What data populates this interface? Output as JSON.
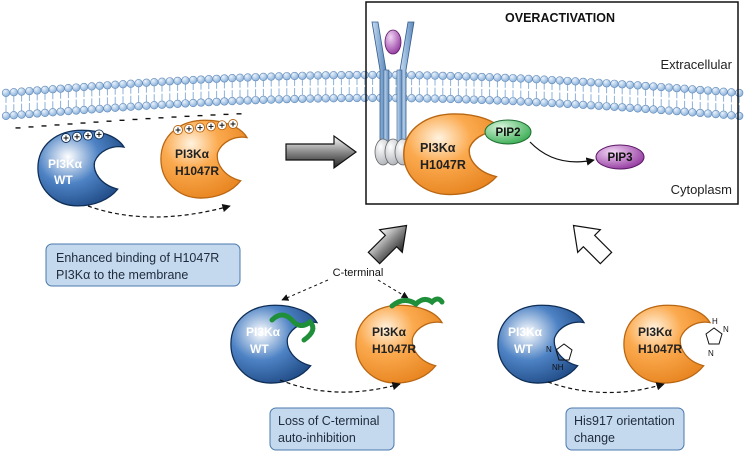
{
  "header": {
    "title": "OVERACTIVATION"
  },
  "regions": {
    "extracellular": "Extracellular",
    "cytoplasm": "Cytoplasm"
  },
  "molecules": {
    "pip2": "PIP2",
    "pip3": "PIP3",
    "c_terminal": "C-terminal"
  },
  "proteins": {
    "name": "PI3Kα",
    "wt": "WT",
    "mutant": "H1047R"
  },
  "captions": {
    "membrane_binding": [
      "Enhanced binding of H1047R",
      "PI3Kα to the membrane"
    ],
    "c_terminal_loss": [
      "Loss of C-terminal",
      "auto-inhibition"
    ],
    "his917": [
      "His917 orientation",
      "change"
    ]
  },
  "imidazole": {
    "n": "N",
    "nh": "NH",
    "h": "H"
  },
  "colors": {
    "wt_blue": "#1c4f8f",
    "mutant_orange": "#f6962b",
    "membrane_blue": "#9fc3e6",
    "caption_fill": "#c5d9ee",
    "pip2_green": "#2ea84a",
    "pip3_purple": "#8d2f9a",
    "c_terminal_green": "#1f8f3a"
  }
}
